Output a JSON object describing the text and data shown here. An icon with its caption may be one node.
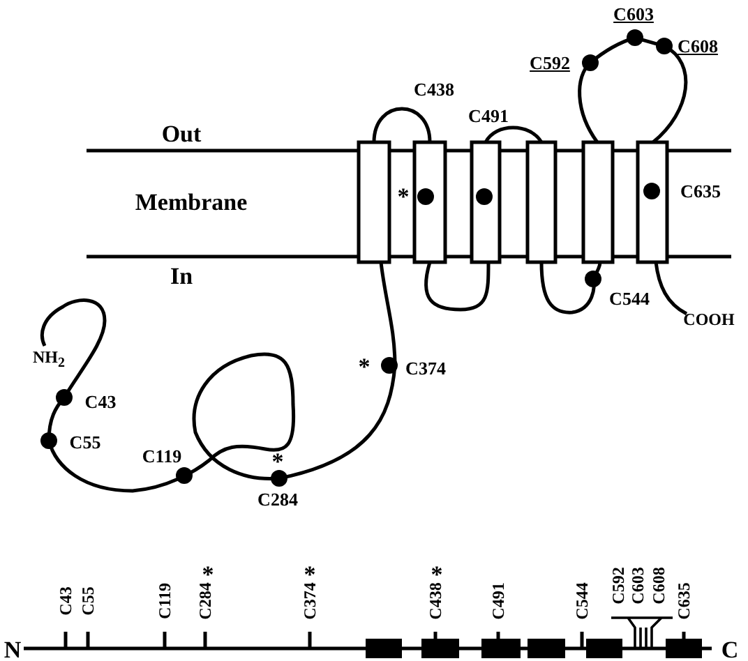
{
  "diagram": {
    "labels": [
      "C603",
      "C608",
      "C592",
      "C438",
      "C491",
      "Out",
      "*",
      "Membrane",
      "C635",
      "In",
      "C544",
      "COOH",
      "NH$_{2}$",
      "*",
      "C374",
      "C43",
      "C55",
      "C119",
      "*",
      "C284",
      "*",
      "*",
      "*",
      "C43",
      "C55",
      "C119",
      "C284",
      "C374",
      "C438",
      "C491",
      "C544",
      "C592",
      "C603",
      "C608",
      "C635",
      "N",
      "C"
    ]
  }
}
